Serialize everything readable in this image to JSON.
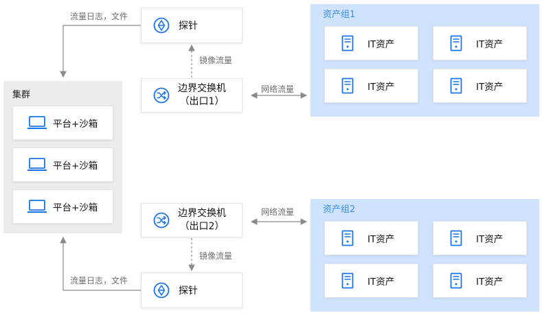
{
  "cluster": {
    "title": "集群",
    "items": [
      {
        "label": "平台+沙箱",
        "icon": "laptop-icon"
      },
      {
        "label": "平台+沙箱",
        "icon": "laptop-icon"
      },
      {
        "label": "平台+沙箱",
        "icon": "laptop-icon"
      }
    ]
  },
  "top": {
    "probe_label": "探针",
    "switch_line1": "边界交换机",
    "switch_line2": "（出口1）",
    "mirror_label": "镜像流量",
    "log_label": "流量日志，文件",
    "network_label": "网络流量"
  },
  "bottom": {
    "probe_label": "探针",
    "switch_line1": "边界交换机",
    "switch_line2": "（出口2）",
    "mirror_label": "镜像流量",
    "log_label": "流量日志，文件",
    "network_label": "网络流量"
  },
  "group1": {
    "title": "资产组1",
    "assets": [
      "IT资产",
      "IT资产",
      "IT资产",
      "IT资产"
    ]
  },
  "group2": {
    "title": "资产组2",
    "assets": [
      "IT资产",
      "IT资产",
      "IT资产",
      "IT资产"
    ]
  },
  "colors": {
    "accent": "#1a73e8",
    "group_bg": "#cfe3ff",
    "cluster_bg": "#ececec",
    "connector": "#8a8a8a"
  }
}
